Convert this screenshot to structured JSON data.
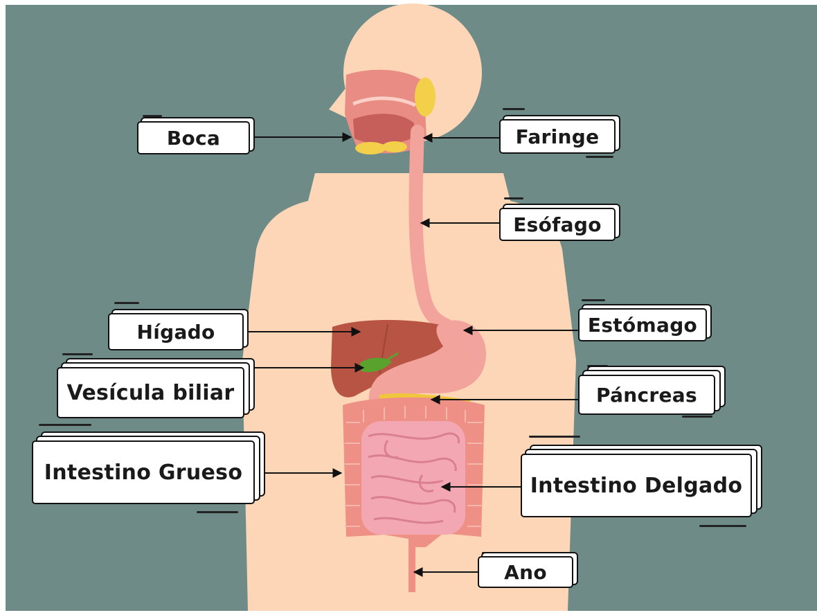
{
  "colors": {
    "frame": "#ffffff",
    "background": "#6f8b88",
    "skin": "#fcd6b6",
    "mouth": "#e88c84",
    "glands": "#f2d04a",
    "esophagus": "#f2a39c",
    "liver": "#b85443",
    "gallbladder": "#5aa22e",
    "pancreas": "#f0c63a",
    "small_intestine": "#f3a7b2",
    "large_intestine": "#ee9085",
    "label_border": "#111111",
    "arrow": "#111111"
  },
  "labels": {
    "boca": "Boca",
    "faringe": "Faringe",
    "esofago": "Esófago",
    "higado": "Hígado",
    "estomago": "Estómago",
    "vesicula": "Vesícula biliar",
    "pancreas": "Páncreas",
    "intestino_grueso": "Intestino Grueso",
    "intestino_delgado": "Intestino Delgado",
    "ano": "Ano"
  }
}
